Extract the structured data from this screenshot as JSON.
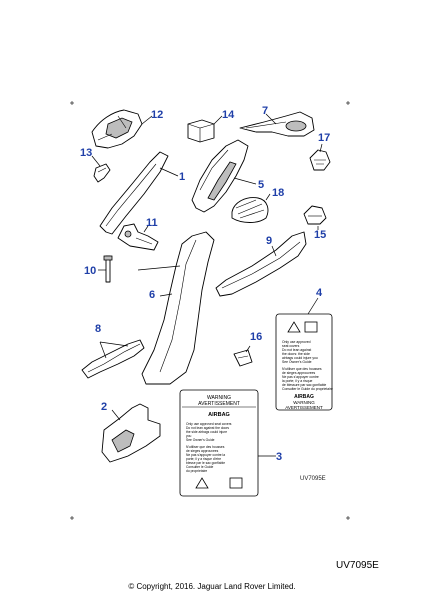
{
  "callouts": {
    "n1": "1",
    "n2": "2",
    "n3": "3",
    "n4": "4",
    "n5": "5",
    "n6": "6",
    "n7": "7",
    "n8": "8",
    "n9": "9",
    "n10": "10",
    "n11": "11",
    "n12": "12",
    "n13": "13",
    "n14": "14",
    "n15": "15",
    "n16": "16",
    "n17": "17",
    "n18": "18"
  },
  "label4": {
    "line1": "Only use approved",
    "line2": "seat covers",
    "line3": "Do not lean against",
    "line4": "the doors: the side",
    "line5": "airbags could injure you",
    "line6": "See Owner’s Guide",
    "line7": "N’utiliser que des housses",
    "line8": "de sieges approuvees",
    "line9": "Ne pas s’appuyer contre",
    "line10": "la porte; il y a risque",
    "line11": "de blessure par sac gonflable",
    "line12": "Consulter le Guide du proprietaire",
    "airbag": "AIRBAG",
    "warning": "WARNING",
    "avertissement": "AVERTISSEMENT"
  },
  "label3": {
    "warning": "WARNING",
    "avertissement": "AVERTISSEMENT",
    "airbag": "AIRBAG",
    "line1": "Only use approved seat covers",
    "line2": "Do not lean against the doors",
    "line3": "the side airbags could injure",
    "line4": "you",
    "line5": "See Owner's Guide",
    "line6": "N'utiliser que des housses",
    "line7": "de sieges approuvees",
    "line8": "Ne pas s'appuyer contre la",
    "line9": "porte; il y a risque d'etre",
    "line10": "blesse par le sac gonflable",
    "line11": "Consulter le Guide",
    "line12": "du proprietaire"
  },
  "inner_ref": "UV7095E",
  "footer": {
    "code": "UV7095E",
    "copyright": "© Copyright, 2016. Jaguar Land Rover Limited."
  },
  "colors": {
    "callout": "#1f3fa8",
    "part_fill": "#ffffff",
    "shading": "#bdbdbd"
  }
}
